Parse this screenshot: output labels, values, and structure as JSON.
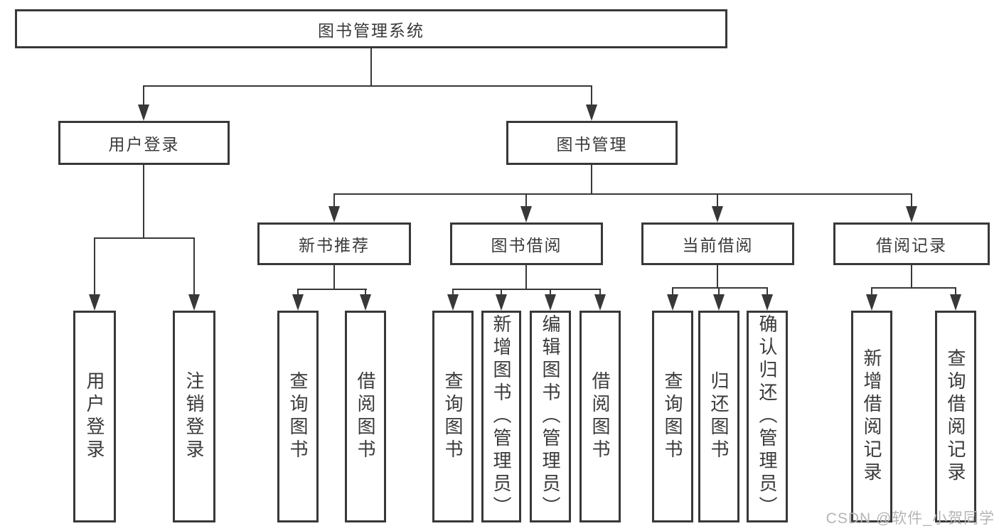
{
  "diagram": {
    "root": "图书管理系统",
    "branches": [
      {
        "label": "用户登录",
        "children": [
          "用户登录",
          "注销登录"
        ]
      },
      {
        "label": "图书管理",
        "sections": [
          {
            "label": "新书推荐",
            "children": [
              "查询图书",
              "借阅图书"
            ]
          },
          {
            "label": "图书借阅",
            "children": [
              "查询图书",
              "新增图书（管理员）",
              "编辑图书（管理员）",
              "借阅图书"
            ]
          },
          {
            "label": "当前借阅",
            "children": [
              "查询图书",
              "归还图书",
              "确认归还（管理员）"
            ]
          },
          {
            "label": "借阅记录",
            "children": [
              "新增借阅记录",
              "查询借阅记录"
            ]
          }
        ]
      }
    ]
  },
  "watermark": "CSDN @软件_小贺同学",
  "colors": {
    "line": "#383838",
    "text": "#3a3a3a",
    "background": "#ffffff",
    "watermark": "#b5b5b5"
  }
}
